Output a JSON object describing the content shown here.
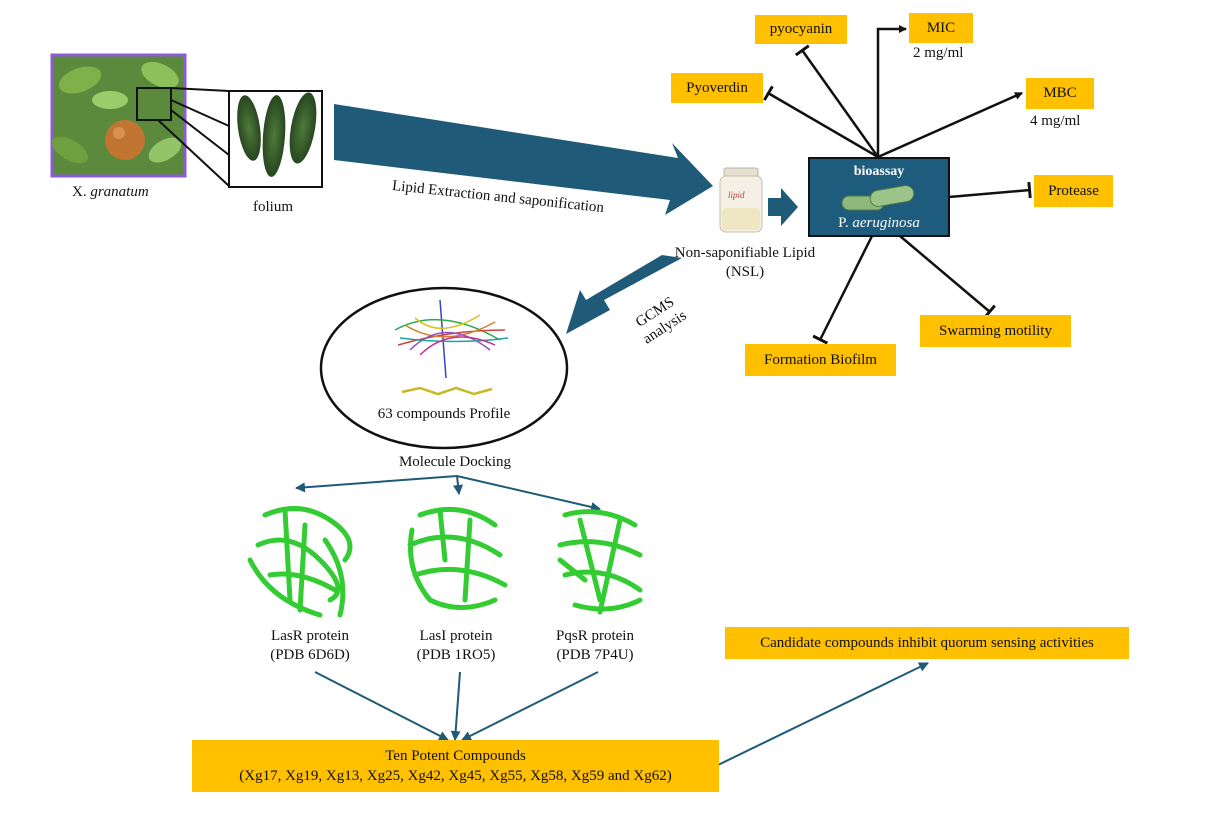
{
  "source": {
    "species_prefix": "X. ",
    "species_name": "granatum",
    "plant_part": "folium"
  },
  "extraction": {
    "label": "Lipid Extraction and saponification",
    "product_line1": "Non-saponifiable Lipid",
    "product_line2": "(NSL)",
    "vial_text": "lipid"
  },
  "bioassay": {
    "title": "bioassay",
    "organism_prefix": "P. ",
    "organism_name": "aeruginosa"
  },
  "assay_results": {
    "pyocyanin": "pyocyanin",
    "mic_label": "MIC",
    "mic_value": "2 mg/ml",
    "pyoverdin": "Pyoverdin",
    "mbc_label": "MBC",
    "mbc_value": "4 mg/ml",
    "protease": "Protease",
    "swarming": "Swarming motility",
    "biofilm": "Formation Biofilm"
  },
  "gcms": {
    "line1": "GCMS",
    "line2": "analysis",
    "profile_label": "63 compounds Profile"
  },
  "docking": {
    "label": "Molecule Docking",
    "proteins": [
      {
        "name": "LasR protein",
        "pdb": "(PDB 6D6D)"
      },
      {
        "name": "LasI protein",
        "pdb": "(PDB 1RO5)"
      },
      {
        "name": "PqsR protein",
        "pdb": "(PDB 7P4U)"
      }
    ]
  },
  "results": {
    "potent_title": "Ten Potent Compounds",
    "potent_list": "(Xg17, Xg19, Xg13, Xg25, Xg42, Xg45, Xg55, Xg58, Xg59 and Xg62)",
    "candidate": "Candidate compounds inhibit quorum sensing activities"
  },
  "colors": {
    "teal_arrow": "#1f5a78",
    "bioassay_box": "#1d5c7c",
    "yellow_box": "#ffc000",
    "photo_border": "#8e5bd6",
    "protein_green": "#33cc33"
  }
}
